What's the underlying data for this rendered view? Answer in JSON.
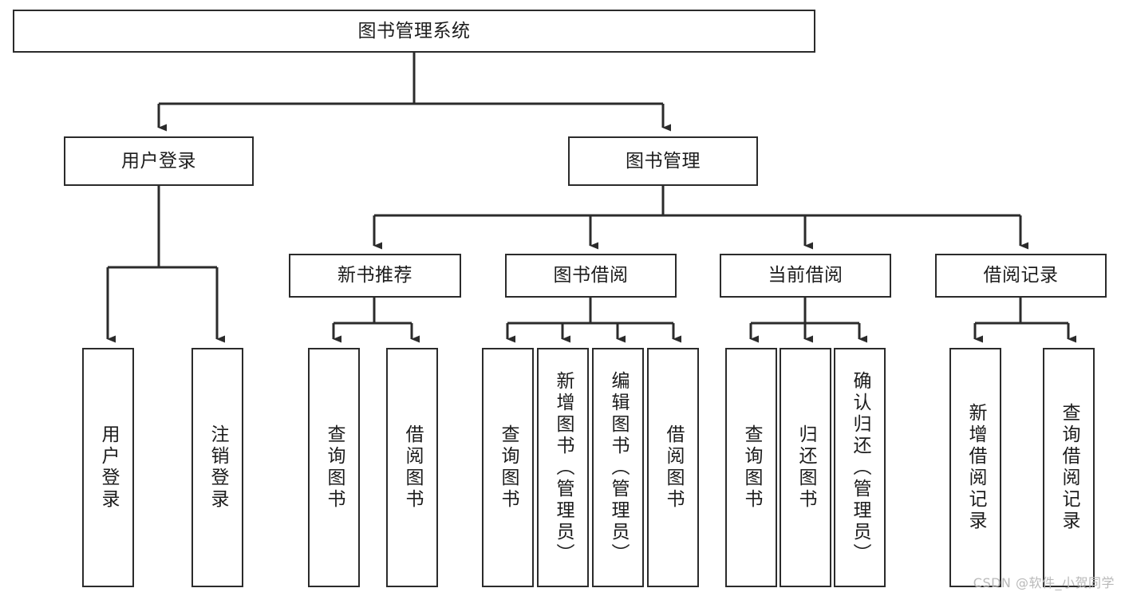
{
  "diagram": {
    "type": "tree-hierarchy",
    "title": "图书管理系统",
    "orientation": "top-down",
    "colors": {
      "box_border": "#2b2b2b",
      "box_fill": "#ffffff",
      "connector": "#2b2b2b",
      "text": "#1c1c1c",
      "watermark": "#b9b9b9",
      "background": "#ffffff"
    },
    "root": {
      "label": "图书管理系统"
    },
    "level2": [
      {
        "label": "用户登录"
      },
      {
        "label": "图书管理"
      }
    ],
    "level3": [
      {
        "label": "新书推荐"
      },
      {
        "label": "图书借阅"
      },
      {
        "label": "当前借阅"
      },
      {
        "label": "借阅记录"
      }
    ],
    "leaves": {
      "user_login": [
        {
          "label": "用户登录"
        },
        {
          "label": "注销登录"
        }
      ],
      "new_book_recommend": [
        {
          "label": "查询图书"
        },
        {
          "label": "借阅图书"
        }
      ],
      "book_borrow": [
        {
          "label": "查询图书"
        },
        {
          "label": "新增图书（管理员）"
        },
        {
          "label": "编辑图书（管理员）"
        },
        {
          "label": "借阅图书"
        }
      ],
      "current_borrow": [
        {
          "label": "查询图书"
        },
        {
          "label": "归还图书"
        },
        {
          "label": "确认归还（管理员）"
        }
      ],
      "borrow_record": [
        {
          "label": "新增借阅记录"
        },
        {
          "label": "查询借阅记录"
        }
      ]
    },
    "watermark": "CSDN @软件_小贺同学"
  }
}
